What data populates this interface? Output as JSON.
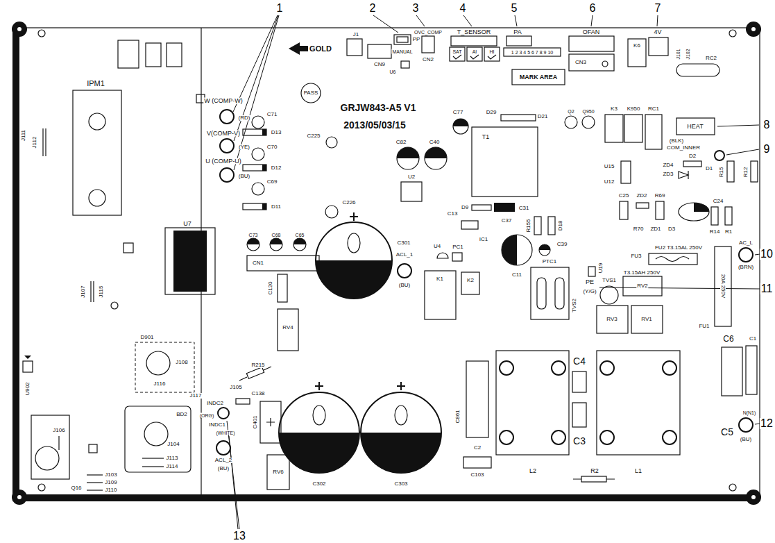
{
  "diagram": {
    "labels": [
      "1",
      "2",
      "3",
      "4",
      "5",
      "6",
      "7",
      "8",
      "9",
      "10",
      "11",
      "12",
      "13",
      "GOLD",
      "PASS",
      "IPM1",
      "J111",
      "J112",
      "W (COMP-W)",
      "(RD)",
      "V(COMP-V)",
      "(YE)",
      "U (COMP-U)",
      "(BU)",
      "C71",
      "D13",
      "C70",
      "D12",
      "C69",
      "D11",
      "J1",
      "CN9",
      "PP",
      "MANUAL",
      "U6",
      "OVC_COMP",
      "CN2",
      "T_SENSOR",
      "SAT",
      "AI",
      "HI",
      "PA",
      "1 2 3 4 5 6 7 8 9 10",
      "MARK AREA",
      "OFAN",
      "CN3",
      "K6",
      "4V",
      "J101",
      "J102",
      "RC2",
      "GRJW843-A5 V1",
      "2013/05/03/15",
      "Q2",
      "Q950",
      "K3",
      "K950",
      "RC1",
      "HEAT",
      "(BLK)",
      "COM_INNER",
      "D29",
      "D21",
      "T1",
      "C77",
      "C82",
      "C40",
      "C225",
      "C226",
      "D2",
      "D1",
      "ZD4",
      "ZD3",
      "R12",
      "R15",
      "U15",
      "U12",
      "C25",
      "ZD2",
      "R69",
      "R70",
      "ZD1",
      "D3",
      "C24",
      "R14",
      "R1",
      "U2",
      "D9",
      "C31",
      "C37",
      "R155",
      "D18",
      "C13",
      "IC1",
      "C11",
      "C39",
      "U4",
      "PC1",
      "PTC1",
      "U19",
      "ACL_1",
      "(BU)",
      "FU2 T3.15AL 250V",
      "FU3",
      "T3.15AH 250V",
      "AC_L",
      "(BRN)",
      "RV2",
      "TVS1",
      "TVS2",
      "PE",
      "(Y/G)",
      "RV3",
      "RV1",
      "20A 250V",
      "FU1",
      "C6",
      "C1",
      "C4",
      "C3",
      "C5",
      "N(N1)",
      "(BU)",
      "L1",
      "L2",
      "R2",
      "C103",
      "C2",
      "C861",
      "C301",
      "C302",
      "C303",
      "K1",
      "K2",
      "C120",
      "RV4",
      "R215",
      "J105",
      "C138",
      "C401",
      "INDC2",
      "(ORG)",
      "INDC1",
      "(WHITE)",
      "ACL_2",
      "(BU)",
      "RV6",
      "J117",
      "D901",
      "J108",
      "J116",
      "BD2",
      "J104",
      "J113",
      "J114",
      "Q16",
      "J106",
      "J103",
      "J109",
      "J110",
      "J107",
      "J115",
      "U7",
      "CN1",
      "C73",
      "C68",
      "C65",
      "U902"
    ]
  }
}
